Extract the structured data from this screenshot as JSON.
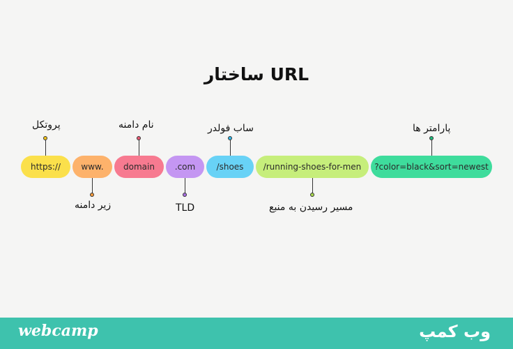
{
  "title": "ساختار URL",
  "segments": [
    {
      "text": "https://",
      "color": "#fbe04b",
      "dot_color": "#f0c21c"
    },
    {
      "text": "www.",
      "color": "#fdb26b",
      "dot_color": "#f39a3c"
    },
    {
      "text": "domain",
      "color": "#f77a90",
      "dot_color": "#ea5a74"
    },
    {
      "text": ".com",
      "color": "#c496f2",
      "dot_color": "#a66ee0"
    },
    {
      "text": "/shoes",
      "color": "#68d2f6",
      "dot_color": "#35b7e6"
    },
    {
      "text": "/running-shoes-for-men",
      "color": "#c6ee7b",
      "dot_color": "#a9d94d"
    },
    {
      "text": "?color=black&sort=newest",
      "color": "#3edc9c",
      "dot_color": "#22b97c"
    }
  ],
  "labels": {
    "protocol": "پروتکل",
    "subdomain": "زیر دامنه",
    "domain_name": "نام دامنه",
    "tld": "TLD",
    "subfolder": "ساب فولدر",
    "path": "مسیر رسیدن به منبع",
    "parameters": "پارامتر ها"
  },
  "footer": {
    "brand_latin": "webcamp",
    "brand_persian": "وب کمپ",
    "color": "#3ec2ad"
  }
}
